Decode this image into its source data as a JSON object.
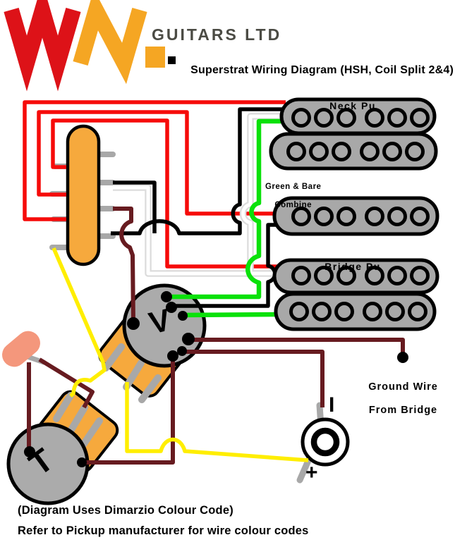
{
  "header": {
    "brand": "GUITARS LTD",
    "title": "Superstrat Wiring Diagram (HSH, Coil Split 2&4)"
  },
  "labels": {
    "neck_pickup": "Neck Pu",
    "bridge_pickup": "Bridge Pu",
    "green_bare_line1": "Green & Bare",
    "green_bare_line2": "Combine",
    "ground_line1": "Ground Wire",
    "ground_line2": "From Bridge",
    "volume": "V",
    "tone": "T",
    "jack_tip": "+",
    "jack_sleeve": "I"
  },
  "footer": {
    "line1": "(Diagram Uses Dimarzio Colour Code)",
    "line2": "Refer to Pickup manufacturer for wire colour codes"
  },
  "colors": {
    "red": "#f60b0a",
    "black": "#000000",
    "white_core": "#ffffff",
    "white_casing": "#dcdcdc",
    "green": "#0ae10a",
    "yellow": "#ffee00",
    "maroon": "#671b20",
    "component_orange": "#f6a93d",
    "capacitor_salmon": "#f4977c",
    "metal_gray": "#a8a8a8",
    "pickup_gray": "#a8a8a8",
    "pot_gray": "#ababab",
    "logo_red": "#dd1218",
    "logo_orange": "#f5a623",
    "brand_gray": "#4b4b44"
  },
  "components": {
    "selector_switch": "5-way-selector-switch",
    "volume_pot": "volume-pot",
    "tone_pot": "tone-pot",
    "capacitor": "tone-capacitor",
    "output_jack": "output-jack",
    "neck_pickup": "neck-humbucker",
    "middle_pickup": "middle-single-coil",
    "bridge_pickup": "bridge-humbucker"
  },
  "wires": [
    {
      "color": "red",
      "from": "neck pickup",
      "to": "switch left lug 3"
    },
    {
      "color": "red",
      "from": "middle pickup",
      "to": "switch left lug 2"
    },
    {
      "color": "red",
      "from": "bridge pickup",
      "to": "switch left lug 1"
    },
    {
      "color": "black",
      "from": "neck pickup",
      "to": "switch right lugs 2 and 4"
    },
    {
      "color": "white",
      "from": "neck pickup",
      "to": "bridge pickup white via switch right lug 2"
    },
    {
      "color": "black",
      "from": "middle pickup",
      "to": "volume pot casing"
    },
    {
      "color": "green",
      "from": "neck pickup",
      "to": "volume pot casing"
    },
    {
      "color": "green",
      "from": "volume pot casing",
      "to": "bridge pickup"
    },
    {
      "color": "maroon",
      "from": "switch right lug 3",
      "to": "volume pot casing"
    },
    {
      "color": "yellow",
      "from": "switch left lug 4",
      "to": "tone pot lug 1"
    },
    {
      "color": "yellow",
      "from": "volume pot middle lug",
      "to": "output jack tip (+)"
    },
    {
      "color": "maroon",
      "from": "volume pot casing",
      "to": "ground wire from bridge"
    },
    {
      "color": "maroon",
      "from": "volume pot casing",
      "to": "output jack sleeve (I)"
    },
    {
      "color": "maroon",
      "from": "volume pot casing",
      "to": "tone pot casing"
    },
    {
      "color": "maroon",
      "from": "capacitor",
      "to": "tone pot lug 2"
    },
    {
      "color": "maroon",
      "from": "capacitor",
      "to": "tone pot casing"
    }
  ]
}
